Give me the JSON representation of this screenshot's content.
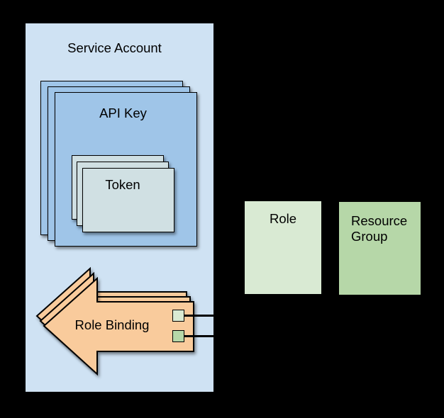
{
  "diagram": {
    "type": "iam-concept-diagram",
    "labels": {
      "service_account": "Service Account",
      "api_key": "API Key",
      "token": "Token",
      "role_binding": "Role Binding",
      "role": "Role",
      "resource_group": "Resource Group"
    },
    "stacks": {
      "api_key_copies": 3,
      "token_copies": 3,
      "role_binding_copies": 3
    },
    "connectors": [
      {
        "from": "role-binding-square-top",
        "to": "role",
        "color": "#000000"
      },
      {
        "from": "role-binding-square-bottom",
        "to": "resource-group",
        "color": "#000000"
      }
    ],
    "colors": {
      "background": "#000000",
      "service_account_fill": "#cfe2f3",
      "api_key_fill": "#9fc5e8",
      "token_fill": "#d0e0e3",
      "role_binding_fill": "#f9cb9c",
      "role_fill": "#d9ead3",
      "resource_group_fill": "#b6d7a8",
      "shape_border": "#000000",
      "text": "#000000"
    }
  }
}
